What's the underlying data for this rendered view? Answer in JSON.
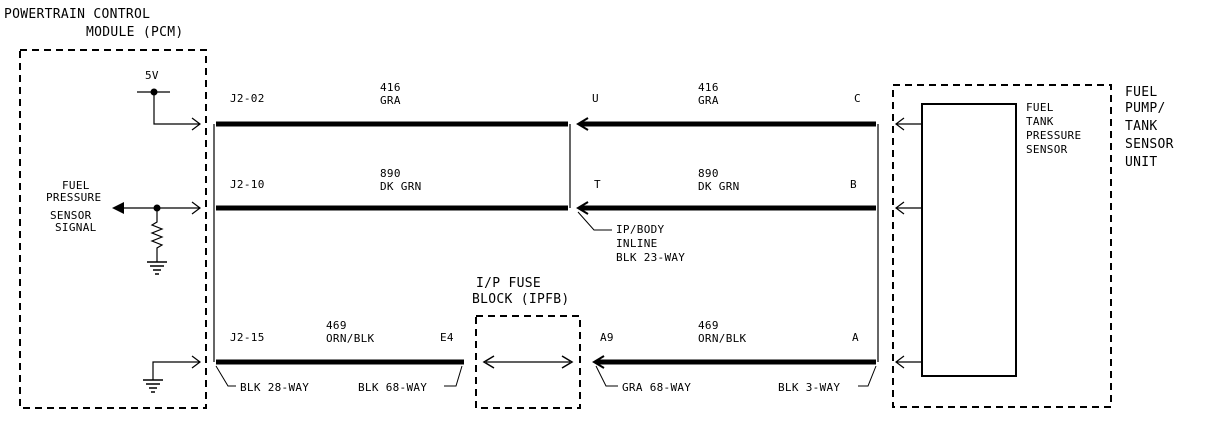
{
  "pcm": {
    "title_line1": "POWERTRAIN CONTROL",
    "title_line2": "MODULE (PCM)",
    "voltage_label": "5V",
    "signal_label": [
      "FUEL",
      "PRESSURE",
      "SENSOR",
      "SIGNAL"
    ]
  },
  "wires": [
    {
      "pcm_pin": "J2-02",
      "circuit": "416",
      "color": "GRA",
      "inline_pin": "U",
      "sensor_circuit": "416",
      "sensor_color": "GRA",
      "sensor_pin": "C"
    },
    {
      "pcm_pin": "J2-10",
      "circuit": "890",
      "color": "DK GRN",
      "inline_pin": "T",
      "sensor_circuit": "890",
      "sensor_color": "DK GRN",
      "sensor_pin": "B"
    },
    {
      "pcm_pin": "J2-15",
      "circuit": "469",
      "color": "ORN/BLK",
      "fuse_in_pin": "E4",
      "fuse_out_pin": "A9",
      "sensor_circuit": "469",
      "sensor_color": "ORN/BLK",
      "sensor_pin": "A"
    }
  ],
  "inline_connector": [
    "IP/BODY",
    "INLINE",
    "BLK 23-WAY"
  ],
  "fuse_block": {
    "line1": "I/P FUSE",
    "line2": "BLOCK (IPFB)"
  },
  "connectors": {
    "pcm_connector": "BLK 28-WAY",
    "ipfb_in_connector": "BLK 68-WAY",
    "ipfb_out_connector": "GRA 68-WAY",
    "sensor_connector": "BLK 3-WAY"
  },
  "sensor_unit": {
    "label": [
      "FUEL",
      "PUMP/",
      "TANK",
      "SENSOR",
      "UNIT"
    ],
    "sensor_label": [
      "FUEL",
      "TANK",
      "PRESSURE",
      "SENSOR"
    ]
  }
}
